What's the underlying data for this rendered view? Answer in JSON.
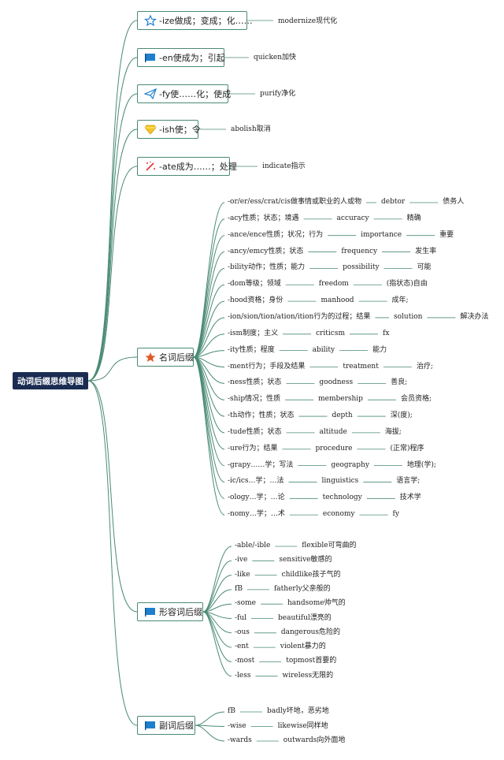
{
  "root": "动词后缀思维导图",
  "icons": {
    "b1": "star-outline-icon",
    "b2": "flag-icon",
    "b3": "paper-plane-icon",
    "b4": "gem-icon",
    "b5": "magic-wand-icon",
    "noun": "star-filled-icon",
    "adj": "flag-icon",
    "adv": "flag-icon"
  },
  "colors": {
    "line": "#4a8a76",
    "root_bg": "#1a2c52",
    "star": "#e05a2b",
    "flag": "#1f7fcf"
  },
  "verb_branches": [
    {
      "label": "-ize做成；变成；化……",
      "example": "modernize现代化"
    },
    {
      "label": "-en使成为；引起",
      "example": "quicken加快"
    },
    {
      "label": "-fy使……化；使成",
      "example": "purify净化"
    },
    {
      "label": "-ish使；令",
      "example": "abolish取消"
    },
    {
      "label": "-ate成为……；处理",
      "example": "indicate指示"
    }
  ],
  "noun": {
    "label": "名词后缀",
    "items": [
      {
        "suffix": "-or/er/ess/crat/cis做事情或职业的人或物",
        "word": "debtor",
        "meaning": "债务人"
      },
      {
        "suffix": "-acy性质；状态；境遇",
        "word": "accuracy",
        "meaning": "精确"
      },
      {
        "suffix": "-ance/ence性质；状况；行为",
        "word": "importance",
        "meaning": "重要"
      },
      {
        "suffix": "-ancy/emcy性质；状态",
        "word": "frequency",
        "meaning": "发生率"
      },
      {
        "suffix": "-bility动作；性质；能力",
        "word": "possibility",
        "meaning": "可能"
      },
      {
        "suffix": "-dom等级；领域",
        "word": "freedom",
        "meaning": "(指状态)自由"
      },
      {
        "suffix": "-hood资格；身份",
        "word": "manhood",
        "meaning": "成年;"
      },
      {
        "suffix": "-ion/sion/tion/ation/ition行为的过程；结果",
        "word": "solution",
        "meaning": "解决办法"
      },
      {
        "suffix": "-ism制度；主义",
        "word": "criticsm",
        "meaning": "fx"
      },
      {
        "suffix": "-ity性质；程度",
        "word": "ability",
        "meaning": "能力"
      },
      {
        "suffix": "-ment行为；手段及结果",
        "word": "treatment",
        "meaning": "治疗;"
      },
      {
        "suffix": "-ness性质；状态",
        "word": "goodness",
        "meaning": "善良;"
      },
      {
        "suffix": "-ship情况；性质",
        "word": "membership",
        "meaning": "会员资格;"
      },
      {
        "suffix": "-th动作；性质；状态",
        "word": "depth",
        "meaning": "深(度);"
      },
      {
        "suffix": "-tude性质；状态",
        "word": "altitude",
        "meaning": "海拔;"
      },
      {
        "suffix": "-ure行为；结果",
        "word": "procedure",
        "meaning": "(正常)程序"
      },
      {
        "suffix": "-grapy……学；写法",
        "word": "geography",
        "meaning": "地理(学);"
      },
      {
        "suffix": "-ic/ics…学；…法",
        "word": "linguistics",
        "meaning": "语言学;"
      },
      {
        "suffix": "-ology…学；…论",
        "word": "technology",
        "meaning": "技术学"
      },
      {
        "suffix": "-nomy…学；…术",
        "word": "economy",
        "meaning": "fy"
      }
    ]
  },
  "adj": {
    "label": "形容词后缀",
    "items": [
      {
        "suffix": "-able/-ible",
        "example": "flexible可弯曲的"
      },
      {
        "suffix": "-ive",
        "example": "sensitive敏感的"
      },
      {
        "suffix": "-like",
        "example": "childlike孩子气的"
      },
      {
        "suffix": "fB",
        "example": "fatherly父亲般的"
      },
      {
        "suffix": "-some",
        "example": "handsome帅气的"
      },
      {
        "suffix": "-ful",
        "example": "beautiful漂亮的"
      },
      {
        "suffix": "-ous",
        "example": "dangerous危险的"
      },
      {
        "suffix": "-ent",
        "example": "violent暴力的"
      },
      {
        "suffix": "-most",
        "example": "topmost首要的"
      },
      {
        "suffix": "-less",
        "example": "wireless无限的"
      }
    ]
  },
  "adv": {
    "label": "副词后缀",
    "items": [
      {
        "suffix": "fB",
        "example": "badly坏地，恶劣地"
      },
      {
        "suffix": "-wise",
        "example": "likewise同样地"
      },
      {
        "suffix": "-wards",
        "example": "outwards向外面地"
      }
    ]
  }
}
